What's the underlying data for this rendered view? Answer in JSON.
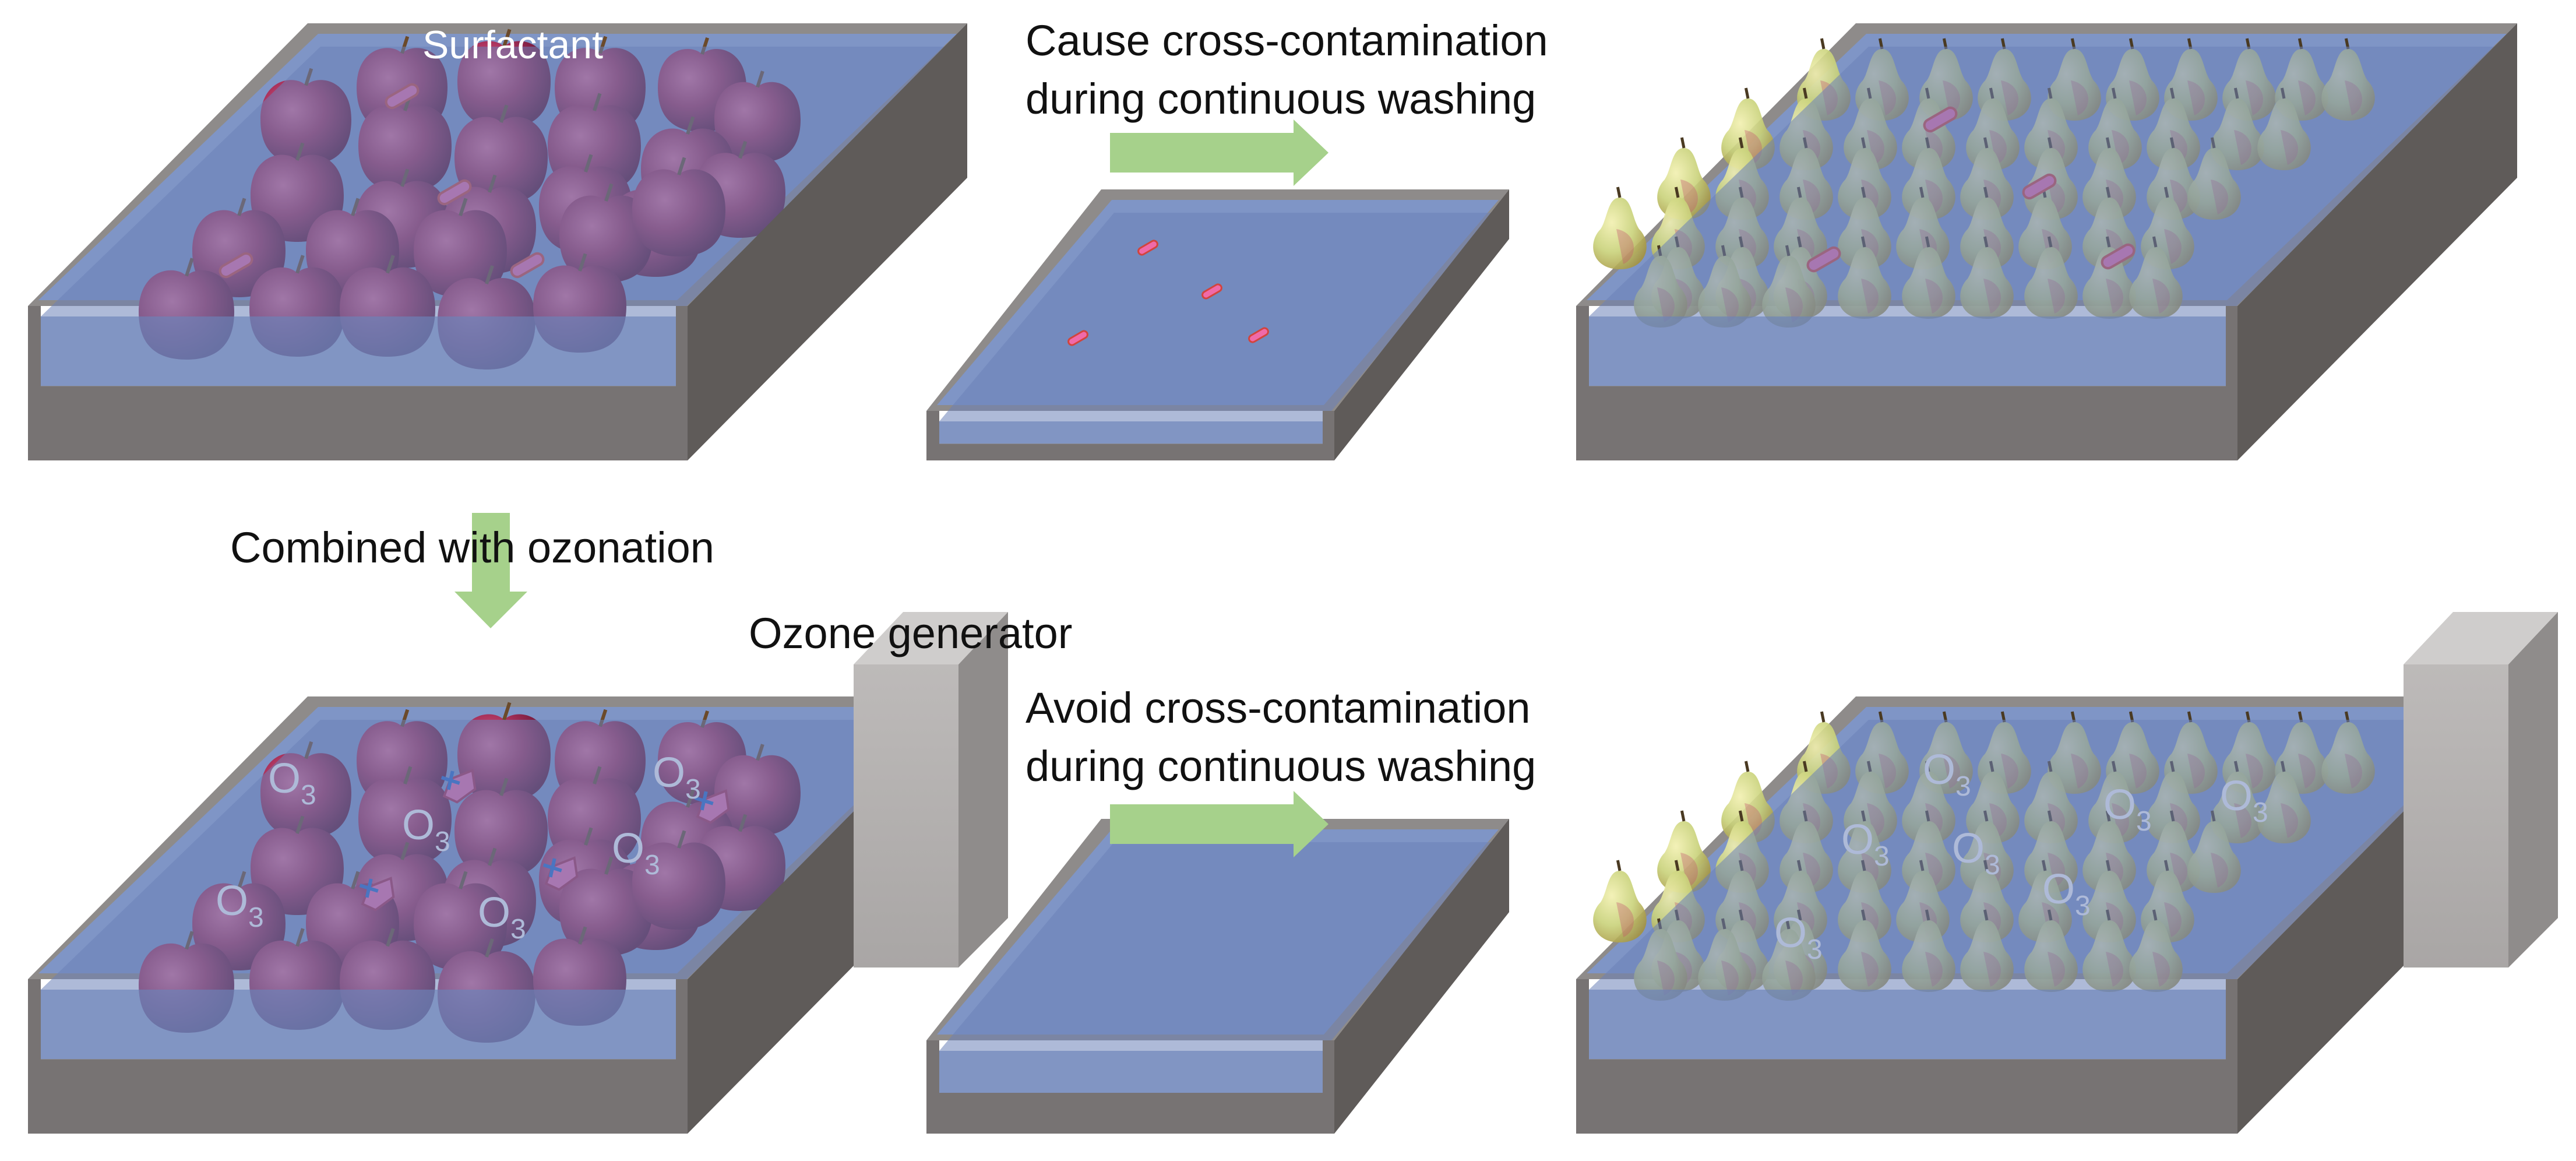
{
  "labels": {
    "surfactant": "Surfactant",
    "cause_line1": "Cause cross-contamination",
    "cause_line2": "during continuous washing",
    "combined": "Combined with ozonation",
    "ozone_generator": "Ozone generator",
    "avoid_line1": "Avoid cross-contamination",
    "avoid_line2": "during continuous washing"
  },
  "ozone_symbol": {
    "letter": "O",
    "subscript": "3"
  },
  "colors": {
    "water": "#6b82b8",
    "tank_front": "#777373",
    "tank_side": "#5f5b59",
    "tank_rim": "#8e8b8a",
    "arrow": "#a6d18b",
    "apple": "#a8305a",
    "pear": "#c9d27a",
    "bacteria": "#f06aa8",
    "generator": "#b7b4b3"
  },
  "icons": [
    "apple-icon",
    "pear-icon",
    "bacteria-icon",
    "ozone-generator-icon",
    "arrow-right-icon",
    "arrow-down-icon"
  ]
}
